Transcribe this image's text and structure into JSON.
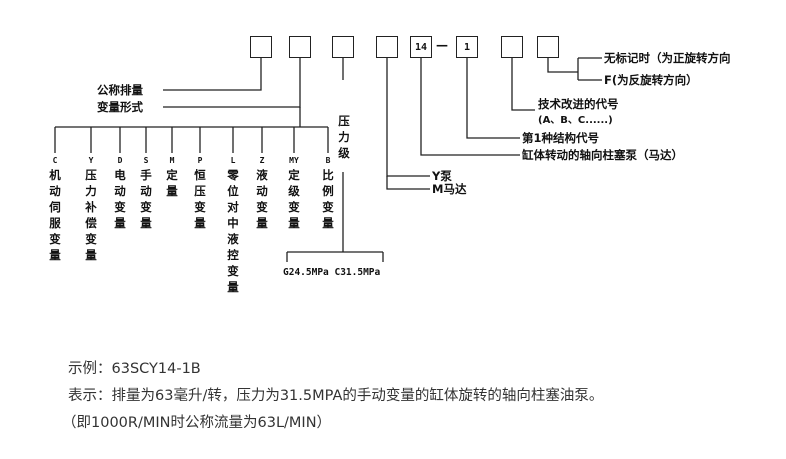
{
  "boxes": {
    "b1": "",
    "b2": "",
    "b3": "",
    "b4": "",
    "b5": "14",
    "b6": "1",
    "b7": "",
    "b8": ""
  },
  "dash": "—",
  "labels": {
    "displacement": "公称排量",
    "variable_form": "变量形式",
    "pressure_grade": "压力级",
    "no_mark": "无标记时（为正旋转方向",
    "f_mark": "F(为反旋转方向）",
    "tech_improve": "技术改进的代号",
    "tech_series": "(A、B、C......)",
    "struct_code": "第1种结构代号",
    "cyl_pump": "缸体转动的轴向柱塞泵（马达）",
    "y_pump": "Y泵",
    "m_motor": "M马达",
    "pressure_values": "G24.5MPa C31.5MPa"
  },
  "variable_types": [
    {
      "code": "C",
      "text": "机动伺服变量"
    },
    {
      "code": "Y",
      "text": "压力补偿变量"
    },
    {
      "code": "D",
      "text": "电动变量"
    },
    {
      "code": "S",
      "text": "手动变量"
    },
    {
      "code": "M",
      "text": "定量"
    },
    {
      "code": "P",
      "text": "恒压变量"
    },
    {
      "code": "L",
      "text": "零位对中液控变量"
    },
    {
      "code": "Z",
      "text": "液动变量"
    },
    {
      "code": "MY",
      "text": "定级变量"
    },
    {
      "code": "B",
      "text": "比例变量"
    }
  ],
  "footer": {
    "example": "示例：63SCY14-1B",
    "meaning": "表示：排量为63毫升/转，压力为31.5MPA的手动变量的缸体旋转的轴向柱塞油泵。",
    "note": "（即1000R/MIN时公称流量为63L/MIN）"
  }
}
